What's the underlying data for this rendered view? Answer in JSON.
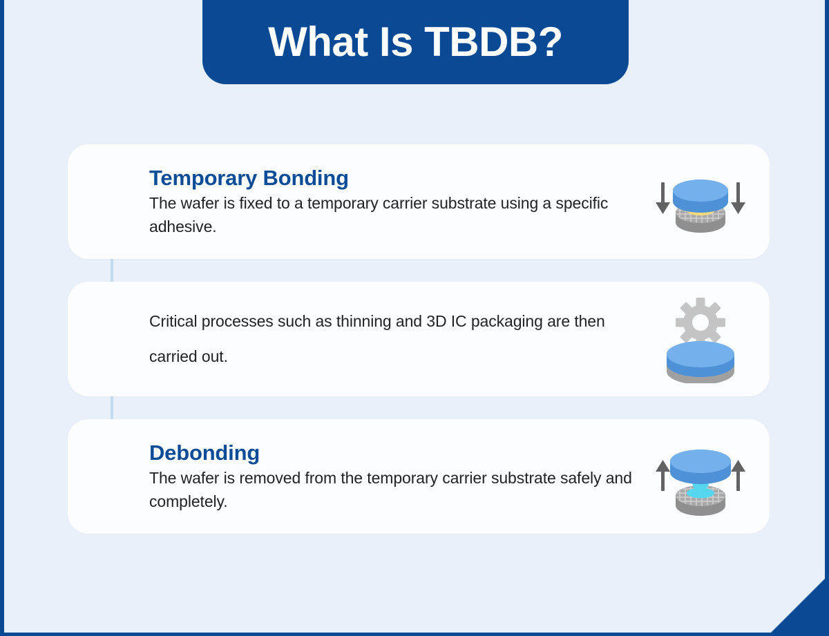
{
  "header": {
    "title": "What Is TBDB?"
  },
  "theme": {
    "page_background": "#eaf0f9",
    "frame_border": "#0a4a94",
    "banner_background": "#0a4a94",
    "banner_text": "#ffffff",
    "card_background": "#fcfdff",
    "heading_color": "#0d4c96",
    "body_text_color": "#222222",
    "timeline_dot_color": "#3b82d0",
    "timeline_line_color": "#c3dbf1",
    "wafer_blue": "#6aaee8",
    "carrier_gray": "#9b9b9b",
    "adhesive_yellow": "#f5d97a",
    "solvent_cyan": "#57d6f0"
  },
  "steps": [
    {
      "title": "Temporary Bonding",
      "description": "The wafer is fixed to a temporary carrier substrate using a specific adhesive.",
      "icon": "wafer-bonding-icon"
    },
    {
      "title": "",
      "description": "Critical processes such as thinning and 3D IC packaging are then carried out.",
      "icon": "wafer-processing-gear-icon"
    },
    {
      "title": "Debonding",
      "description": "The wafer is removed from the temporary carrier substrate safely and completely.",
      "icon": "wafer-debonding-icon"
    }
  ]
}
